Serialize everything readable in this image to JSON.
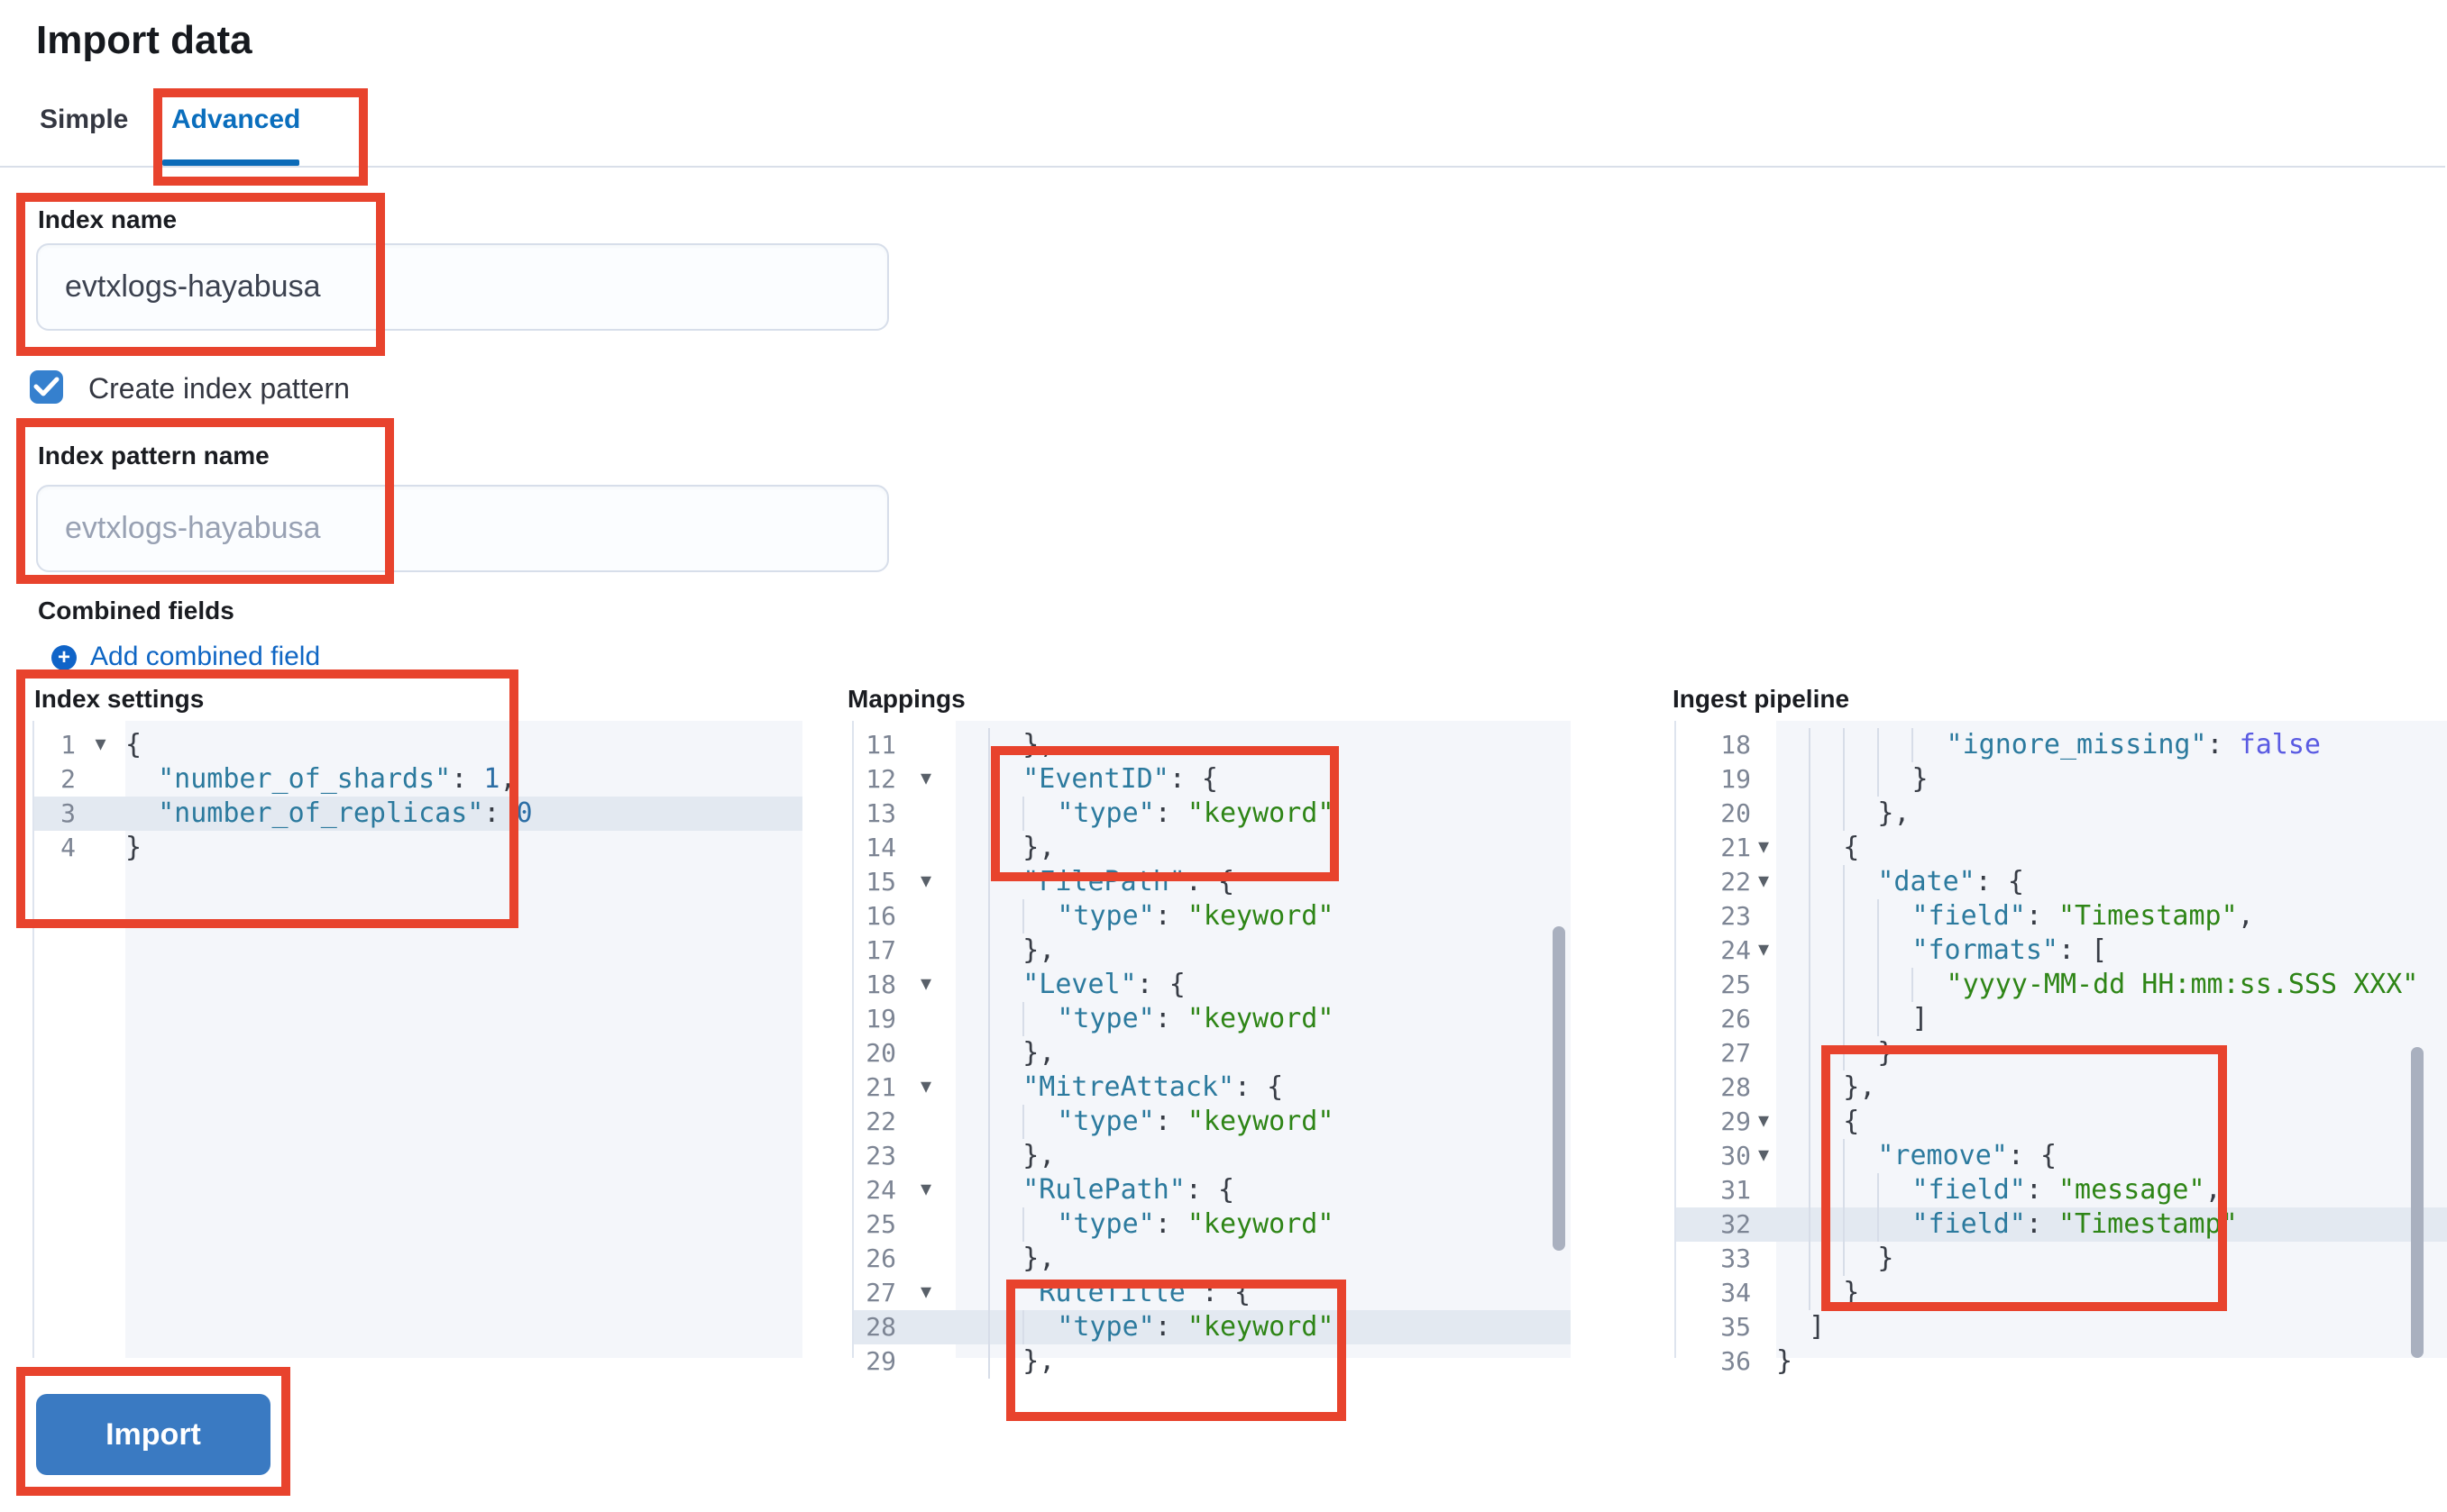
{
  "page": {
    "title": "Import data"
  },
  "tabs": [
    {
      "label": "Simple",
      "active": false
    },
    {
      "label": "Advanced",
      "active": true
    }
  ],
  "form": {
    "index_name": {
      "label": "Index name",
      "value": "evtxlogs-hayabusa"
    },
    "create_index_pattern": {
      "label": "Create index pattern",
      "checked": true
    },
    "index_pattern_name": {
      "label": "Index pattern name",
      "placeholder": "evtxlogs-hayabusa",
      "value": ""
    },
    "combined_fields": {
      "label": "Combined fields",
      "add_link_label": "Add combined field",
      "add_icon": "plus-circle-icon"
    }
  },
  "import_button": {
    "label": "Import"
  },
  "colors": {
    "accent_blue": "#0b6bb8",
    "annotation_red": "#e8432d",
    "button_blue": "#3a7ac2",
    "checkbox_blue": "#3580ce",
    "editor_bg": "#f4f6fa",
    "active_line_bg": "#e3e9f1",
    "syntax_key": "#2c7a9e",
    "syntax_string": "#2e8516",
    "syntax_bool": "#5a5be2"
  },
  "editors": [
    {
      "id": "index-settings",
      "label": "Index settings",
      "lines": [
        {
          "n": 1,
          "fold": true,
          "ind": 0,
          "t": [
            [
              "{",
              "p"
            ]
          ]
        },
        {
          "n": 2,
          "ind": 1,
          "t": [
            [
              "\"number_of_shards\"",
              "k"
            ],
            [
              ": ",
              "p"
            ],
            [
              "1",
              "n"
            ],
            [
              ",",
              "p"
            ]
          ]
        },
        {
          "n": 3,
          "ind": 1,
          "hl": true,
          "t": [
            [
              "\"number_of_replicas\"",
              "k"
            ],
            [
              ": ",
              "p"
            ],
            [
              "0",
              "n"
            ]
          ]
        },
        {
          "n": 4,
          "ind": 0,
          "t": [
            [
              "}",
              "p"
            ]
          ]
        }
      ]
    },
    {
      "id": "mappings",
      "label": "Mappings",
      "lines": [
        {
          "n": 11,
          "ind": 2,
          "t": [
            [
              "},",
              "p"
            ]
          ]
        },
        {
          "n": 12,
          "fold": true,
          "ind": 2,
          "t": [
            [
              "\"EventID\"",
              "k"
            ],
            [
              ": {",
              "p"
            ]
          ]
        },
        {
          "n": 13,
          "ind": 3,
          "t": [
            [
              "\"type\"",
              "k"
            ],
            [
              ": ",
              "p"
            ],
            [
              "\"keyword\"",
              "s"
            ]
          ]
        },
        {
          "n": 14,
          "ind": 2,
          "t": [
            [
              "},",
              "p"
            ]
          ]
        },
        {
          "n": 15,
          "fold": true,
          "ind": 2,
          "t": [
            [
              "\"FilePath\"",
              "k"
            ],
            [
              ": {",
              "p"
            ]
          ]
        },
        {
          "n": 16,
          "ind": 3,
          "t": [
            [
              "\"type\"",
              "k"
            ],
            [
              ": ",
              "p"
            ],
            [
              "\"keyword\"",
              "s"
            ]
          ]
        },
        {
          "n": 17,
          "ind": 2,
          "t": [
            [
              "},",
              "p"
            ]
          ]
        },
        {
          "n": 18,
          "fold": true,
          "ind": 2,
          "t": [
            [
              "\"Level\"",
              "k"
            ],
            [
              ": {",
              "p"
            ]
          ]
        },
        {
          "n": 19,
          "ind": 3,
          "t": [
            [
              "\"type\"",
              "k"
            ],
            [
              ": ",
              "p"
            ],
            [
              "\"keyword\"",
              "s"
            ]
          ]
        },
        {
          "n": 20,
          "ind": 2,
          "t": [
            [
              "},",
              "p"
            ]
          ]
        },
        {
          "n": 21,
          "fold": true,
          "ind": 2,
          "t": [
            [
              "\"MitreAttack\"",
              "k"
            ],
            [
              ": {",
              "p"
            ]
          ]
        },
        {
          "n": 22,
          "ind": 3,
          "t": [
            [
              "\"type\"",
              "k"
            ],
            [
              ": ",
              "p"
            ],
            [
              "\"keyword\"",
              "s"
            ]
          ]
        },
        {
          "n": 23,
          "ind": 2,
          "t": [
            [
              "},",
              "p"
            ]
          ]
        },
        {
          "n": 24,
          "fold": true,
          "ind": 2,
          "t": [
            [
              "\"RulePath\"",
              "k"
            ],
            [
              ": {",
              "p"
            ]
          ]
        },
        {
          "n": 25,
          "ind": 3,
          "t": [
            [
              "\"type\"",
              "k"
            ],
            [
              ": ",
              "p"
            ],
            [
              "\"keyword\"",
              "s"
            ]
          ]
        },
        {
          "n": 26,
          "ind": 2,
          "t": [
            [
              "},",
              "p"
            ]
          ]
        },
        {
          "n": 27,
          "fold": true,
          "ind": 2,
          "t": [
            [
              "\"RuleTitle\"",
              "k"
            ],
            [
              ": {",
              "p"
            ]
          ]
        },
        {
          "n": 28,
          "ind": 3,
          "hl": true,
          "t": [
            [
              "\"type\"",
              "k"
            ],
            [
              ": ",
              "p"
            ],
            [
              "\"keyword\"",
              "s"
            ]
          ]
        },
        {
          "n": 29,
          "ind": 2,
          "t": [
            [
              "},",
              "p"
            ]
          ]
        }
      ]
    },
    {
      "id": "ingest-pipeline",
      "label": "Ingest pipeline",
      "lines": [
        {
          "n": 18,
          "ind": 5,
          "t": [
            [
              "\"ignore_missing\"",
              "k"
            ],
            [
              ": ",
              "p"
            ],
            [
              "false",
              "b"
            ]
          ]
        },
        {
          "n": 19,
          "ind": 4,
          "t": [
            [
              "}",
              "p"
            ]
          ]
        },
        {
          "n": 20,
          "ind": 3,
          "t": [
            [
              "},",
              "p"
            ]
          ]
        },
        {
          "n": 21,
          "fold": true,
          "ind": 2,
          "t": [
            [
              "{",
              "p"
            ]
          ]
        },
        {
          "n": 22,
          "fold": true,
          "ind": 3,
          "t": [
            [
              "\"date\"",
              "k"
            ],
            [
              ": {",
              "p"
            ]
          ]
        },
        {
          "n": 23,
          "ind": 4,
          "t": [
            [
              "\"field\"",
              "k"
            ],
            [
              ": ",
              "p"
            ],
            [
              "\"Timestamp\"",
              "s"
            ],
            [
              ",",
              "p"
            ]
          ]
        },
        {
          "n": 24,
          "fold": true,
          "ind": 4,
          "t": [
            [
              "\"formats\"",
              "k"
            ],
            [
              ": [",
              "p"
            ]
          ]
        },
        {
          "n": 25,
          "ind": 5,
          "t": [
            [
              "\"yyyy-MM-dd HH:mm:ss.SSS XXX\"",
              "s"
            ]
          ]
        },
        {
          "n": 26,
          "ind": 4,
          "t": [
            [
              "]",
              "p"
            ]
          ]
        },
        {
          "n": 27,
          "ind": 3,
          "t": [
            [
              "}",
              "p"
            ]
          ]
        },
        {
          "n": 28,
          "ind": 2,
          "t": [
            [
              "},",
              "p"
            ]
          ]
        },
        {
          "n": 29,
          "fold": true,
          "ind": 2,
          "t": [
            [
              "{",
              "p"
            ]
          ]
        },
        {
          "n": 30,
          "fold": true,
          "ind": 3,
          "t": [
            [
              "\"remove\"",
              "k"
            ],
            [
              ": {",
              "p"
            ]
          ]
        },
        {
          "n": 31,
          "ind": 4,
          "t": [
            [
              "\"field\"",
              "k"
            ],
            [
              ": ",
              "p"
            ],
            [
              "\"message\"",
              "s"
            ],
            [
              ",",
              "p"
            ]
          ]
        },
        {
          "n": 32,
          "ind": 4,
          "hl": true,
          "t": [
            [
              "\"field\"",
              "k"
            ],
            [
              ": ",
              "p"
            ],
            [
              "\"Timestamp\"",
              "s"
            ]
          ]
        },
        {
          "n": 33,
          "ind": 3,
          "t": [
            [
              "}",
              "p"
            ]
          ]
        },
        {
          "n": 34,
          "ind": 2,
          "t": [
            [
              "}",
              "p"
            ]
          ]
        },
        {
          "n": 35,
          "ind": 1,
          "t": [
            [
              "]",
              "p"
            ]
          ]
        },
        {
          "n": 36,
          "ind": 0,
          "t": [
            [
              "}",
              "p"
            ]
          ]
        }
      ]
    }
  ]
}
